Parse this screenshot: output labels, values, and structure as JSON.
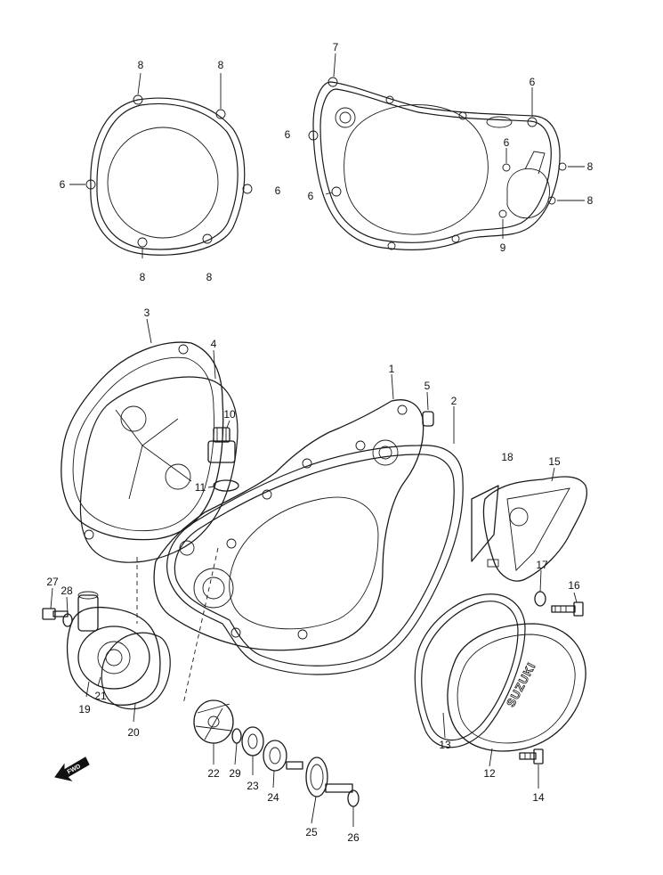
{
  "callouts": {
    "p1": "1",
    "p2": "2",
    "p3": "3",
    "p4": "4",
    "p5": "5",
    "p6a": "6",
    "p6b": "6",
    "p6c": "6",
    "p6d": "6",
    "p6e": "6",
    "p6f": "6",
    "p7": "7",
    "p8a": "8",
    "p8b": "8",
    "p8c": "8",
    "p8d": "8",
    "p8e": "8",
    "p8f": "8",
    "p9": "9",
    "p10": "10",
    "p11": "11",
    "p12": "12",
    "p13": "13",
    "p14": "14",
    "p15": "15",
    "p16": "16",
    "p17": "17",
    "p18": "18",
    "p19": "19",
    "p20": "20",
    "p21": "21",
    "p22": "22",
    "p23": "23",
    "p24": "24",
    "p25": "25",
    "p26": "26",
    "p27": "27",
    "p28": "28",
    "p29": "29"
  },
  "cover_logo": "SUZUKI",
  "direction_arrow": "FWD",
  "icons": {
    "direction": "fwd-arrow-icon"
  }
}
